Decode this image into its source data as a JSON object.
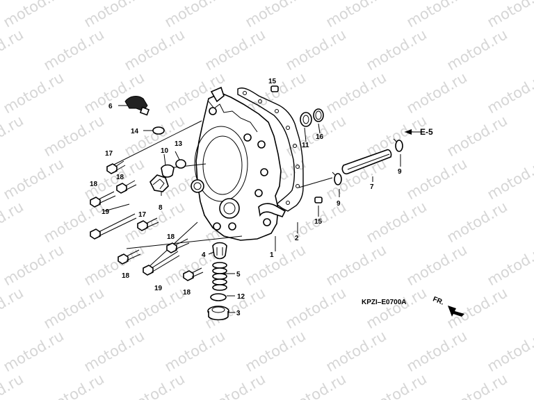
{
  "watermark": "motod.ru",
  "diagram_code": "KPZI–E0700A",
  "ref_label": "E-5",
  "direction_label": "FR.",
  "callouts": [
    "1",
    "2",
    "3",
    "4",
    "5",
    "6",
    "7",
    "8",
    "9",
    "9",
    "10",
    "11",
    "12",
    "13",
    "14",
    "15",
    "15",
    "16",
    "17",
    "17",
    "18",
    "18",
    "18",
    "18",
    "19",
    "19"
  ]
}
